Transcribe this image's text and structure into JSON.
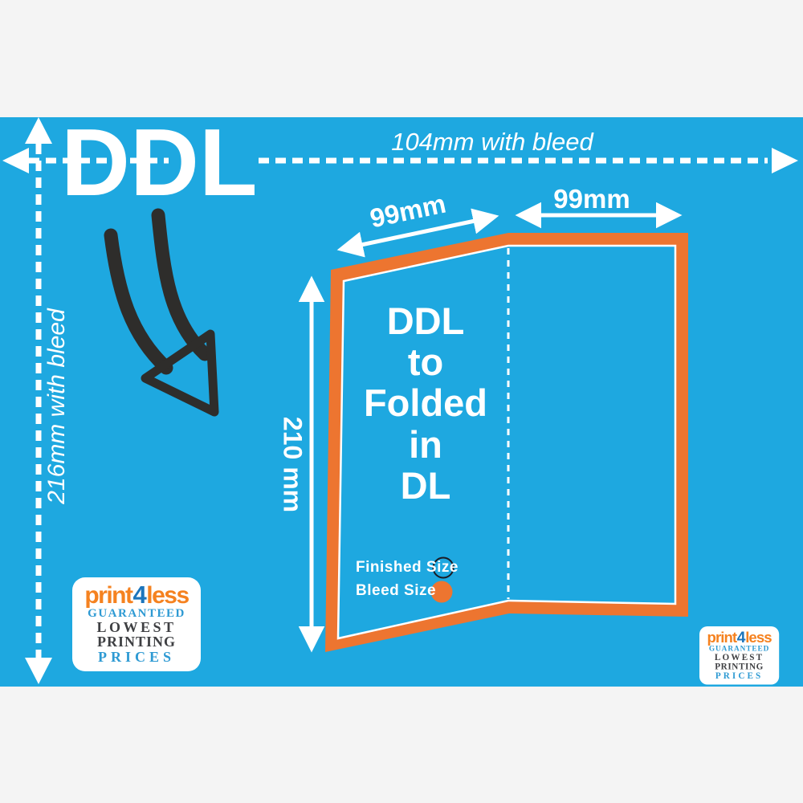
{
  "title": "DDL",
  "bleed_dimensions": {
    "width": "104mm with bleed",
    "height": "216mm with bleed"
  },
  "panel_dimensions": {
    "left_panel_width": "99mm",
    "right_panel_width": "99mm",
    "panel_height": "210 mm"
  },
  "paper": {
    "caption": "DDL\nto\nFolded\nin\nDL"
  },
  "legend": {
    "finished_size": "Finished Size",
    "bleed_size": "Bleed Size"
  },
  "logo": {
    "print": "print",
    "four": "4",
    "less": "less",
    "guaranteed": "GUARANTEED",
    "lowest": "LOWEST",
    "printing": "PRINTING",
    "prices": "PRICES"
  },
  "colors": {
    "top_bottom_band": "#F4F4F4",
    "canvas_blue": "#1EA8E0",
    "bleed_orange": "#ED7530",
    "arrow_white": "#FFFFFF",
    "fold_arrow_black": "#2E2D2B",
    "finished_outline_dark": "#1B1B24",
    "logo_orange": "#F58220",
    "logo_blue": "#2E9AD3",
    "logo_four_blue": "#1C75BC",
    "logo_dark": "#3F4043"
  }
}
